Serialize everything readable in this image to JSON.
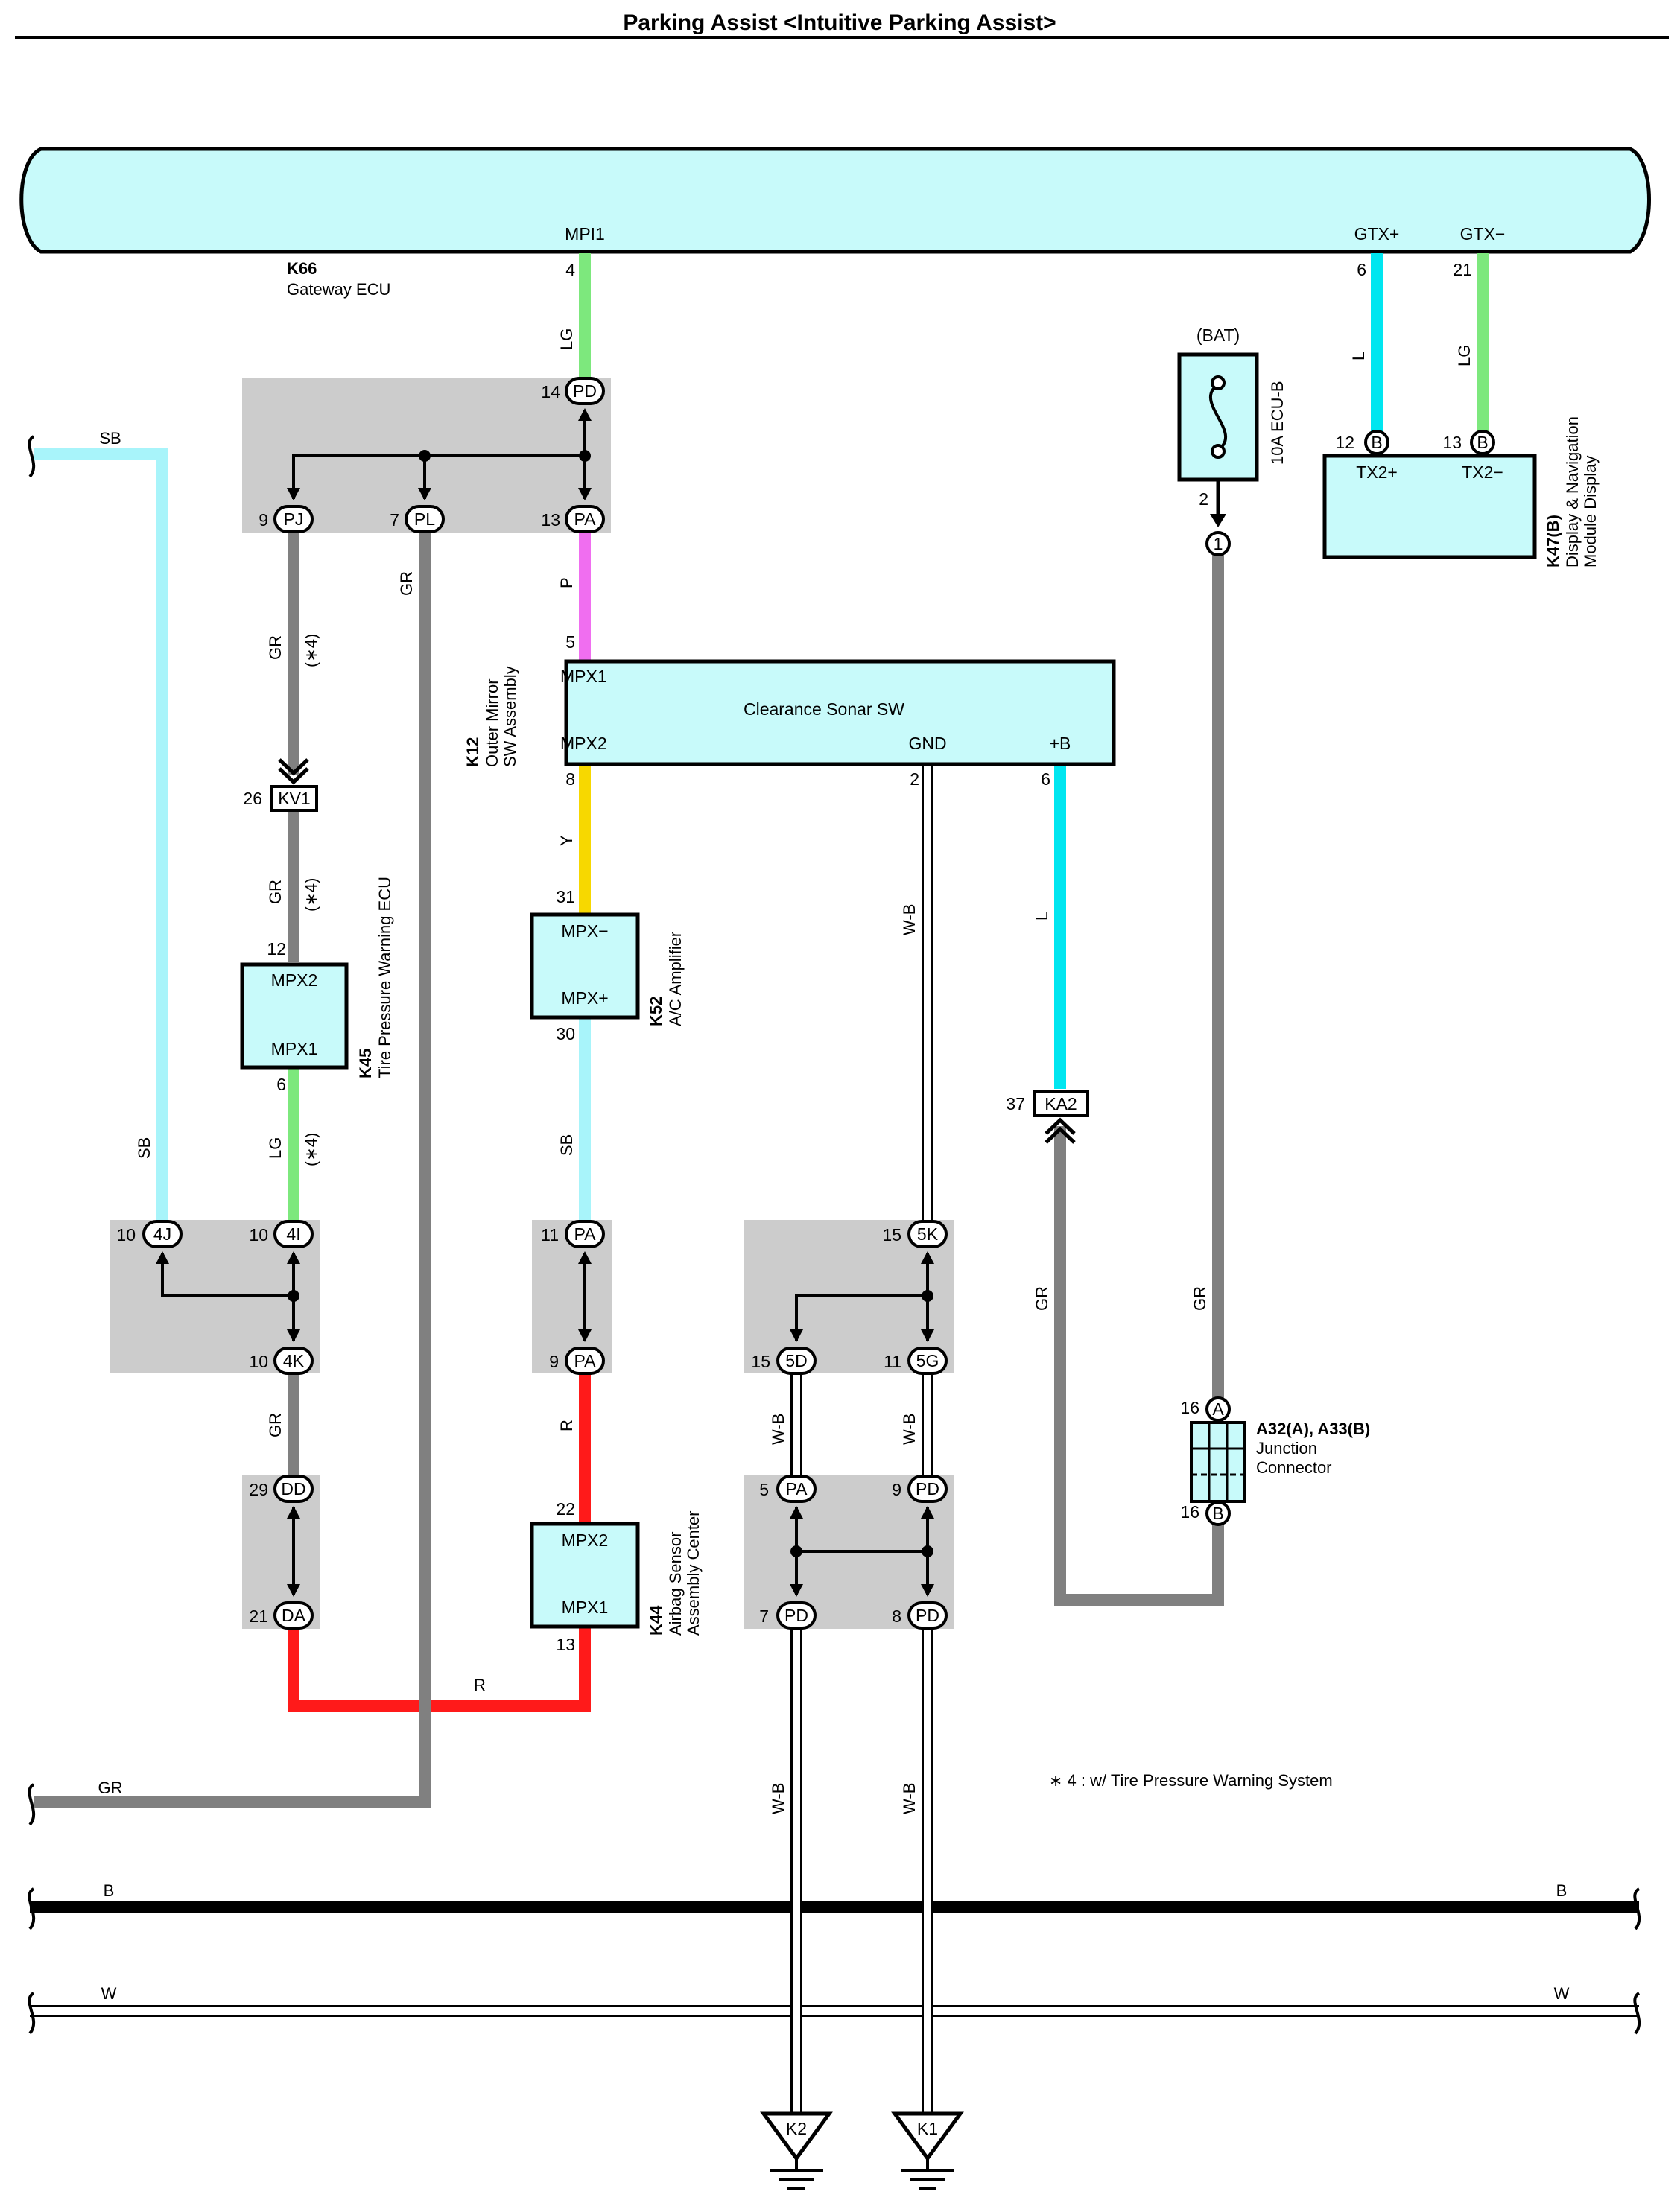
{
  "title": "Parking Assist <Intuitive Parking Assist>",
  "components": {
    "k66": {
      "code": "K66",
      "name": "Gateway ECU",
      "pins": {
        "mpi1": "MPI1",
        "gtxp": "GTX+",
        "gtxm": "GTX−"
      }
    },
    "k12": {
      "code": "K12",
      "name_line1": "Outer Mirror",
      "name_line2": "SW Assembly",
      "box_label": "Clearance Sonar SW",
      "pins": {
        "mpx1": "MPX1",
        "mpx2": "MPX2",
        "gnd": "GND",
        "b": "+B"
      }
    },
    "k45": {
      "code": "K45",
      "name": "Tire Pressure Warning ECU",
      "pins": {
        "mpx2": "MPX2",
        "mpx1": "MPX1"
      }
    },
    "k52": {
      "code": "K52",
      "name": "A/C Amplifier",
      "pins": {
        "mpxm": "MPX−",
        "mpxp": "MPX+"
      }
    },
    "k44": {
      "code": "K44",
      "name_line1": "Airbag Sensor",
      "name_line2": "Assembly Center",
      "pins": {
        "mpx2": "MPX2",
        "mpx1": "MPX1"
      }
    },
    "k47": {
      "code": "K47(B)",
      "name_line1": "Display & Navigation",
      "name_line2": "Module Display",
      "pins": {
        "tx2p": "TX2+",
        "tx2m": "TX2−"
      }
    },
    "fuse": {
      "source": "(BAT)",
      "label": "10A ECU-B"
    },
    "junction": {
      "code": "A32(A), A33(B)",
      "name_line1": "Junction",
      "name_line2": "Connector"
    }
  },
  "wire_colors": {
    "lg": "LG",
    "p": "P",
    "gr": "GR",
    "sb": "SB",
    "y": "Y",
    "r": "R",
    "l": "L",
    "wb": "W-B",
    "b": "B",
    "w": "W"
  },
  "note_mark": "(∗4)",
  "footnote": "∗ 4 : w/ Tire Pressure Warning System",
  "connectors": {
    "pd": "PD",
    "pj": "PJ",
    "pl": "PL",
    "pa": "PA",
    "kv1": "KV1",
    "j4j": "4J",
    "j4i": "4I",
    "j4k": "4K",
    "dd": "DD",
    "da": "DA",
    "j5k": "5K",
    "j5d": "5D",
    "j5g": "5G",
    "ka2": "KA2",
    "jA": "A",
    "jB": "B",
    "pin1": "1",
    "k2": "K2",
    "k1": "K1"
  },
  "pins": {
    "p2": "2",
    "p4": "4",
    "p5": "5",
    "p6": "6",
    "p7": "7",
    "p8": "8",
    "p9": "9",
    "p10": "10",
    "p11": "11",
    "p12": "12",
    "p13": "13",
    "p14": "14",
    "p15": "15",
    "p16": "16",
    "p21": "21",
    "p22": "22",
    "p26": "26",
    "p29": "29",
    "p30": "30",
    "p31": "31",
    "p37": "37"
  },
  "colors": {
    "lg": "#7DE87D",
    "p": "#F06EF0",
    "gr": "#808080",
    "sb": "#A8F4FA",
    "y": "#F7D800",
    "r": "#FF1A1A",
    "l": "#00E6F0",
    "b": "#000000",
    "ecu_fill": "#C8FAFA",
    "junction_bg": "#CCCCCC"
  }
}
